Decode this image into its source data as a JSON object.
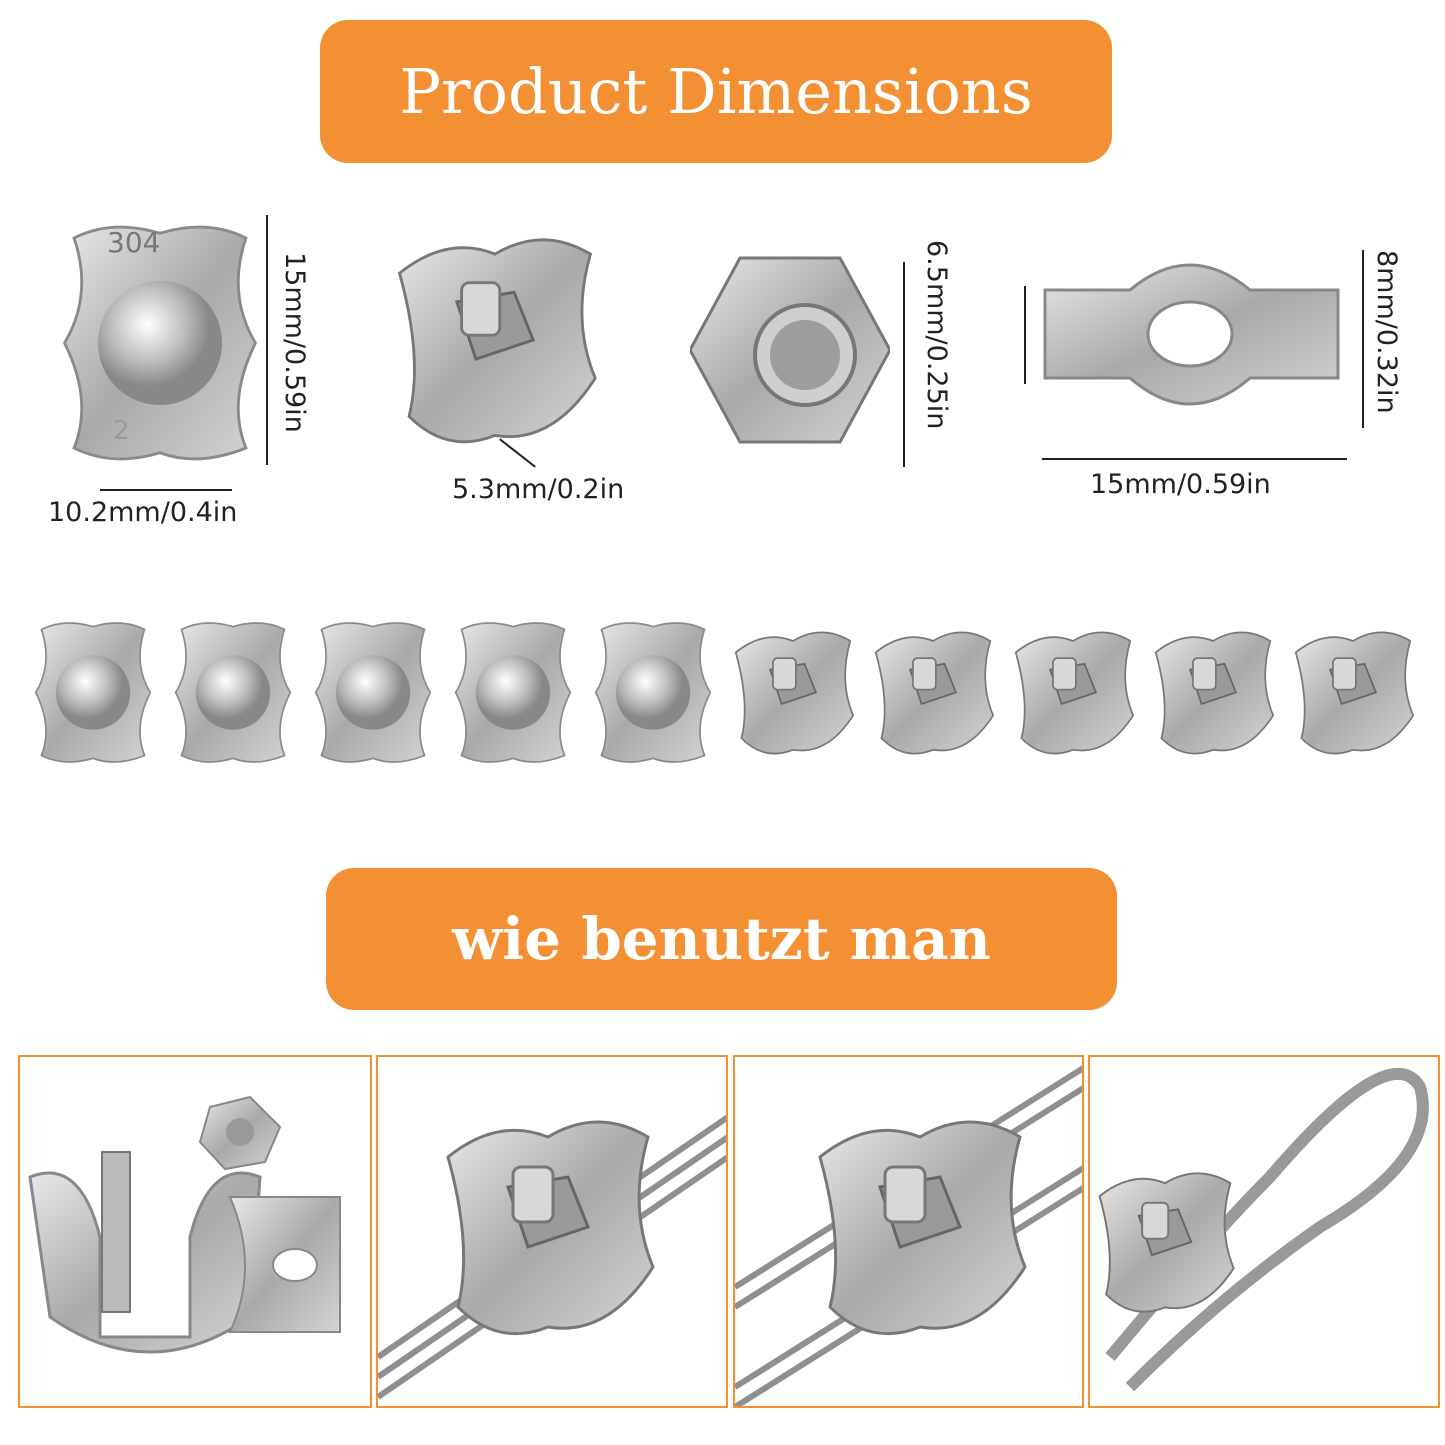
{
  "headers": {
    "dimensions": "Product Dimensions",
    "usage": "wie benutzt man"
  },
  "clip_stamp": {
    "grade": "304",
    "size": "2"
  },
  "dimensions": {
    "clip_height": "15mm/0.59in",
    "clip_width": "10.2mm/0.4in",
    "clip_depth": "5.3mm/0.2in",
    "nut_size": "6.5mm/0.25in",
    "plate_height": "8mm/0.32in",
    "plate_width": "15mm/0.59in"
  },
  "colors": {
    "accent": "#F39033"
  }
}
